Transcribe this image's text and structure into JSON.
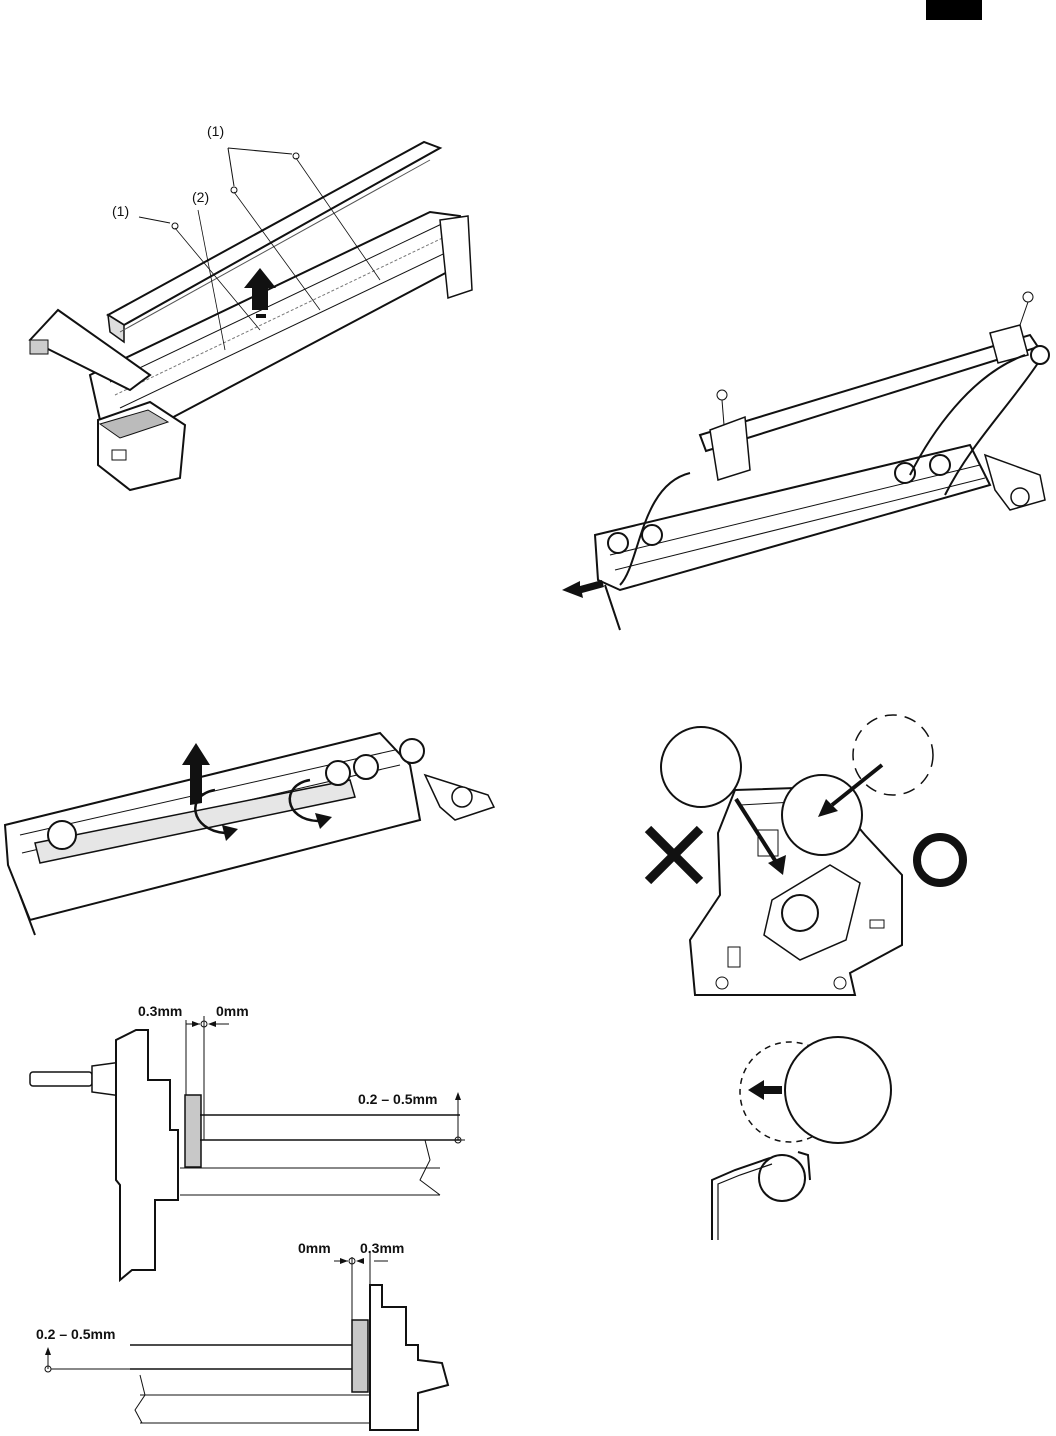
{
  "page": {
    "tab_color": "#000000"
  },
  "figure1": {
    "callout_1a": "(1)",
    "callout_1b": "(1)",
    "callout_2": "(2)"
  },
  "figure5": {
    "dim_gap_left": "0.3mm",
    "dim_zero_left": "0mm",
    "dim_height_right": "0.2 – 0.5mm"
  },
  "figure6": {
    "dim_zero_right": "0mm",
    "dim_gap_right": "0.3mm",
    "dim_height_left": "0.2 – 0.5mm"
  },
  "icons": {
    "wrong": "x-mark-icon",
    "correct": "circle-mark-icon"
  }
}
